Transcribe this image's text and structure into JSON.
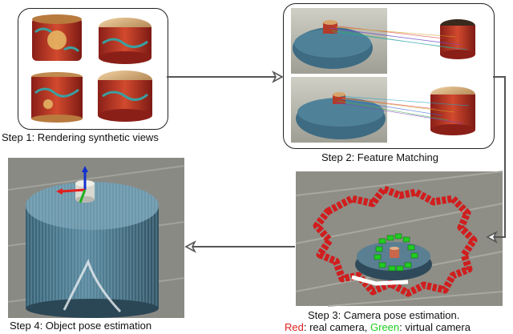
{
  "steps": [
    {
      "caption": "Step 1: Rendering synthetic views"
    },
    {
      "caption": "Step 2: Feature Matching"
    },
    {
      "caption": "Step 3: Camera pose estimation."
    },
    {
      "caption": "Step 4: Object pose estimation"
    }
  ],
  "legend": {
    "red_word": "Red",
    "red_rest": ": real camera, ",
    "green_word": "Green",
    "green_rest": ": virtual camera",
    "red_color": "#e02020",
    "green_color": "#22cc22"
  }
}
